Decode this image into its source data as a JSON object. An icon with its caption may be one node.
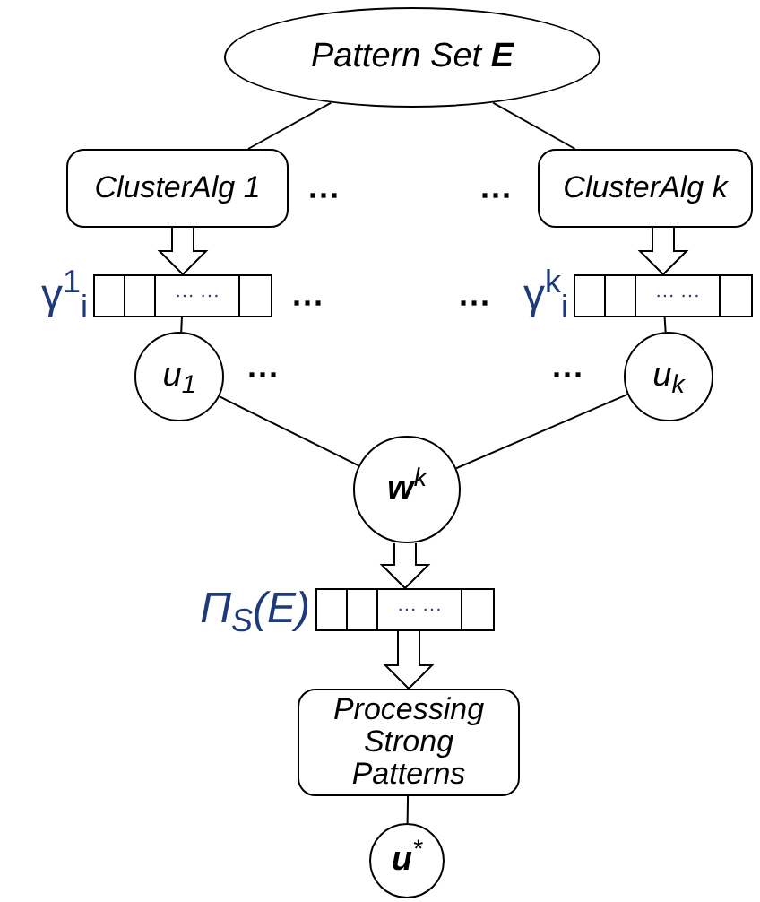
{
  "diagram": {
    "nodes": [
      {
        "text": [
          "Pattern Set **E**"
        ]
      },
      {
        "text": [
          "ClusterAlg 1"
        ]
      },
      {
        "text": [
          "ClusterAlg k"
        ]
      },
      {
        "text": [
          "··· ···"
        ],
        "beside": [
          "γ$^{1}$$_{i}$"
        ]
      },
      {
        "text": [
          "··· ···"
        ],
        "beside": [
          "γ$^{k}$$_{i}$"
        ]
      },
      {
        "text": [
          "u$_{1}$"
        ]
      },
      {
        "text": [
          "u$_{k}$"
        ]
      },
      {
        "text": [
          "**w**$^{k}$"
        ]
      },
      {
        "text": [
          "··· ···"
        ],
        "beside": [
          "Π$_{S}$(E)"
        ]
      },
      {
        "text": [
          "Processing Strong Patterns"
        ]
      },
      {
        "text": [
          "**u**$^{*}$"
        ]
      }
    ],
    "edges": [
      {
        "from": 0,
        "to": 1,
        "arrow": "none"
      },
      {
        "from": 0,
        "to": 2,
        "arrow": "none"
      },
      {
        "from": 1,
        "to": 3,
        "arrow": "to"
      },
      {
        "from": 2,
        "to": 4,
        "arrow": "to"
      },
      {
        "from": 3,
        "to": 5,
        "arrow": "none"
      },
      {
        "from": 4,
        "to": 6,
        "arrow": "none"
      },
      {
        "from": 5,
        "to": 7,
        "arrow": "none"
      },
      {
        "from": 6,
        "to": 7,
        "arrow": "none"
      },
      {
        "from": 7,
        "to": 8,
        "arrow": "to"
      },
      {
        "from": 8,
        "to": 9,
        "arrow": "to"
      },
      {
        "from": 9,
        "to": 10,
        "arrow": "none"
      }
    ],
    "labels": [
      "···",
      "···",
      "···",
      "···",
      "···",
      "···"
    ]
  }
}
